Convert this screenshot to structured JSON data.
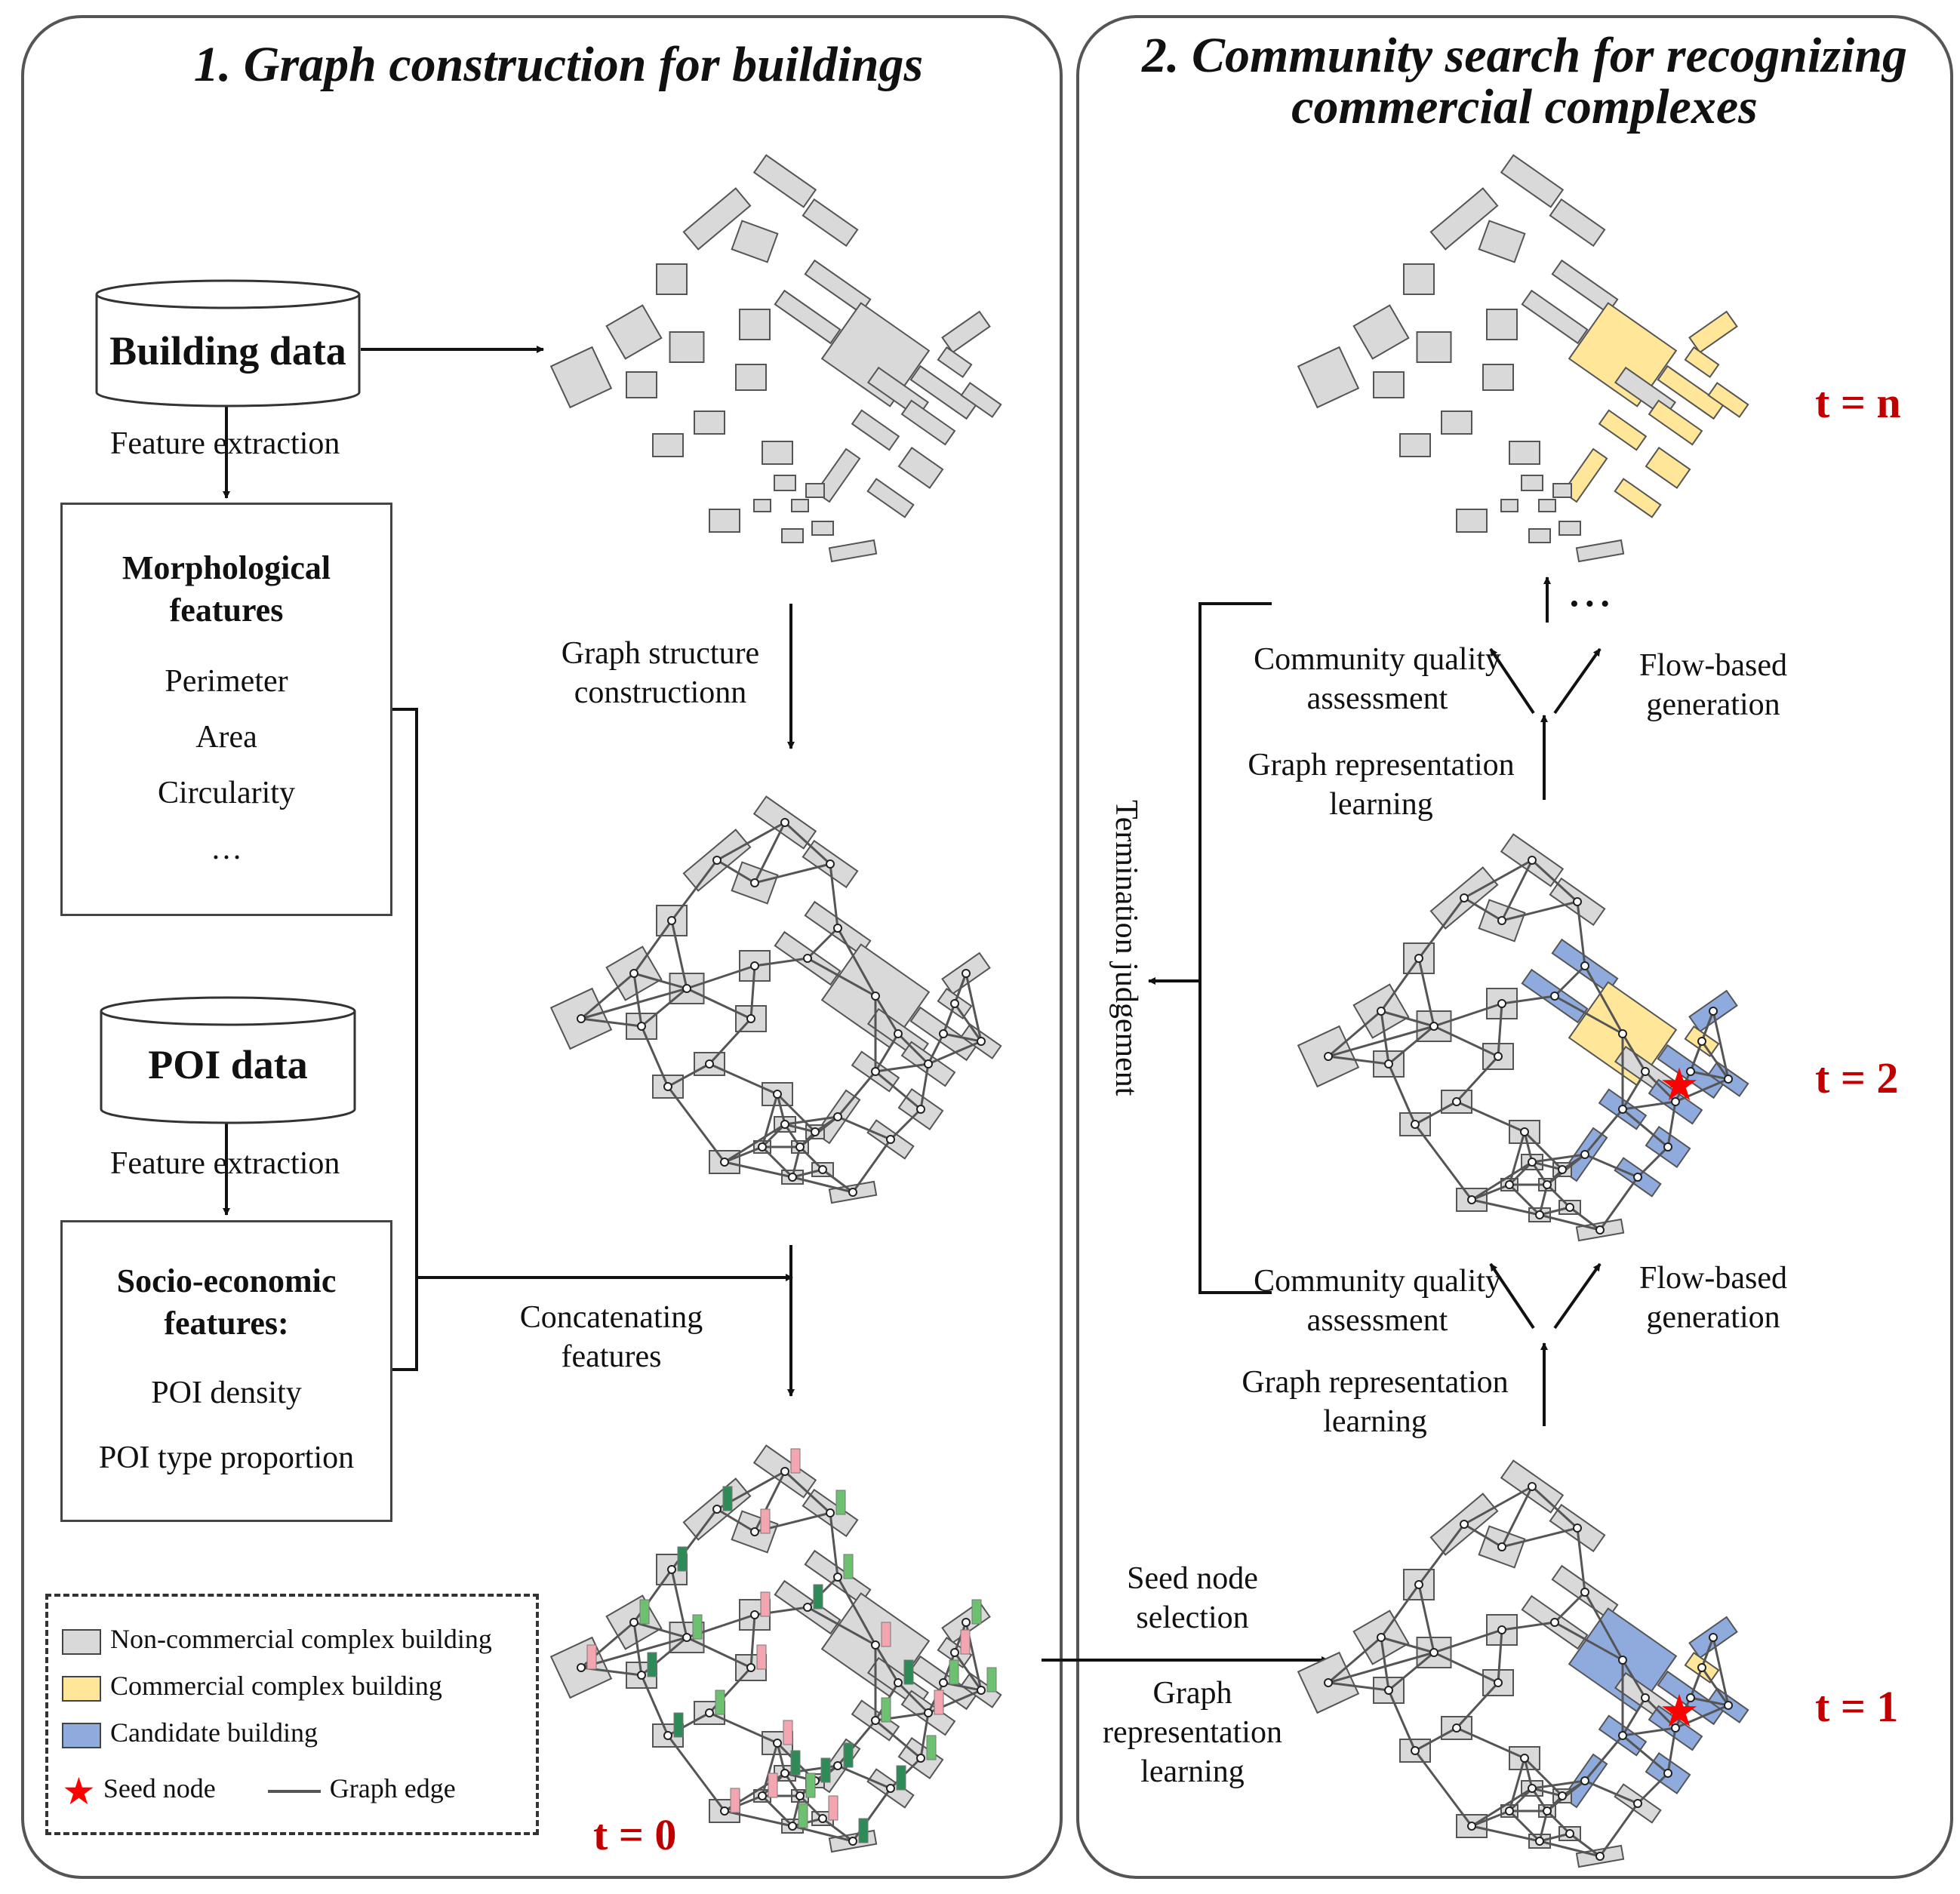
{
  "panel1": {
    "title": "1. Graph construction for buildings",
    "building_data": "Building data",
    "feature_extraction_1": "Feature  extraction",
    "morph_title": "Morphological features",
    "morph_items": [
      "Perimeter",
      "Area",
      "Circularity",
      "…"
    ],
    "poi_data": "POI data",
    "feature_extraction_2": "Feature  extraction",
    "socio_title": "Socio-economic features:",
    "socio_items": [
      "POI density",
      "POI type proportion"
    ],
    "graph_structure": "Graph structure constructionn",
    "concat": "Concatenating features",
    "t0": "t = 0"
  },
  "legend": {
    "non_commercial": "Non-commercial complex building",
    "commercial": "Commercial complex building",
    "candidate": "Candidate building",
    "seed": "Seed node",
    "edge": "Graph edge"
  },
  "panel2": {
    "title": "2. Community search for recognizing commercial complexes",
    "seed_selection": "Seed node selection",
    "graph_rep_bottom": "Graph representation learning",
    "graph_rep_mid": "Graph representation learning",
    "graph_rep_top": "Graph representation learning",
    "community_quality_1": "Community quality assessment",
    "community_quality_2": "Community quality assessment",
    "flow_based_1": "Flow-based generation",
    "flow_based_2": "Flow-based generation",
    "termination": "Termination judgement",
    "ellipsis": "• • •",
    "t1": "t = 1",
    "t2": "t = 2",
    "tn": "t = n"
  },
  "colors": {
    "non_commercial": "#d9d9d9",
    "commercial": "#ffe699",
    "candidate": "#8faadc",
    "seed": "#ff0000",
    "t_label": "#c00000",
    "edge": "#555555"
  }
}
